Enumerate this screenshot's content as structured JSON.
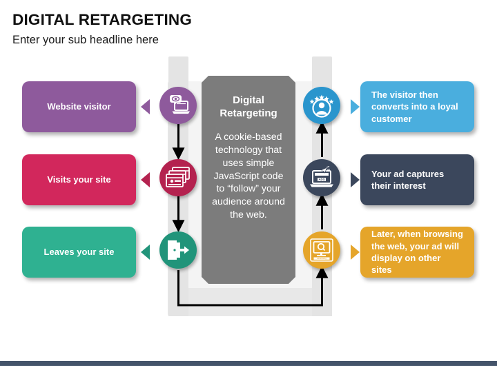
{
  "header": {
    "title": "DIGITAL RETARGETING",
    "subtitle": "Enter your sub headline here"
  },
  "center": {
    "title": "Digital Retargeting",
    "body": "A cookie-based technology that uses simple JavaScript code to “follow” your audience around the web.",
    "bg_color": "#7c7c7c"
  },
  "left_steps": [
    {
      "label": "Website visitor",
      "color": "#8e5a9c",
      "icon": "eye-bubble-laptop-icon"
    },
    {
      "label": "Visits your site",
      "color": "#d2275c",
      "icon": "browser-windows-icon"
    },
    {
      "label": "Leaves your site",
      "color": "#2fb191",
      "icon": "exit-door-icon"
    }
  ],
  "right_steps": [
    {
      "label": "The visitor then converts into a loyal customer",
      "color": "#4aaede",
      "icon": "loyal-customer-star-icon"
    },
    {
      "label": "Your ad captures their interest",
      "color": "#3b475c",
      "icon": "laptop-ads-click-icon"
    },
    {
      "label": "Later, when browsing the web, your ad will display on other sites",
      "color": "#e5a52a",
      "icon": "monitor-search-icon"
    }
  ],
  "theme": {
    "accent_bar_color": "#44546a",
    "rail_color": "#e4e4e4",
    "frame_color": "#e8e8e8",
    "inner_frame_color": "#f4f4f4",
    "arrow_color": "#000000",
    "page_background": "#ffffff"
  }
}
